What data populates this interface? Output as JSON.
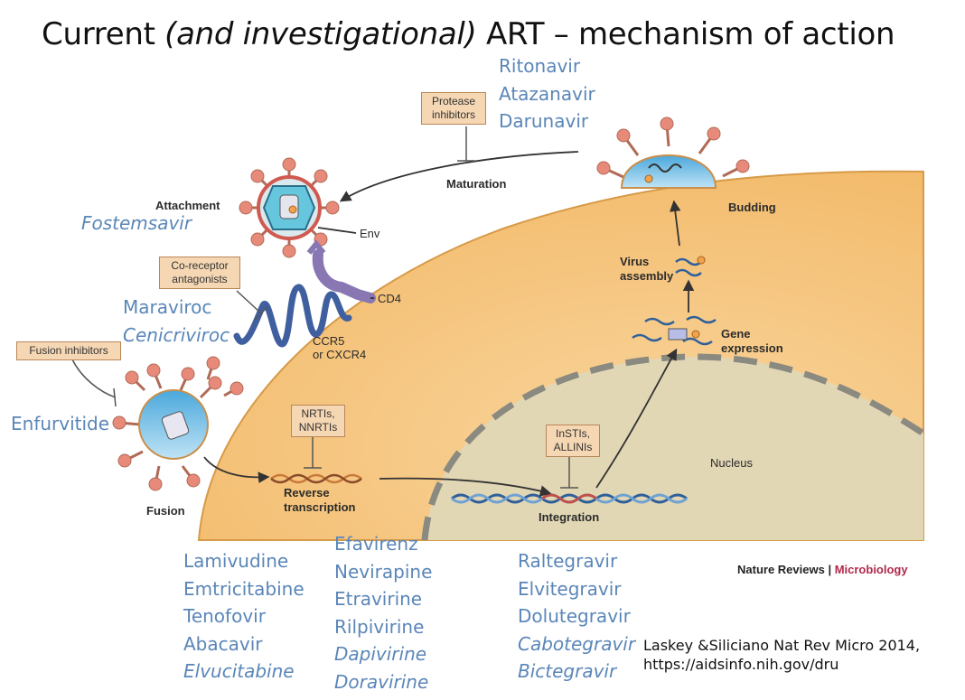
{
  "title": {
    "prefix": "Current ",
    "italic": "(and investigational)",
    "suffix": " ART – mechanism of action"
  },
  "stages": {
    "attachment": "Attachment",
    "maturation": "Maturation",
    "budding": "Budding",
    "virus_assembly": "Virus\nassembly",
    "gene_expression": "Gene\nexpression",
    "fusion": "Fusion",
    "reverse_transcription": "Reverse\ntranscription",
    "integration": "Integration",
    "nucleus": "Nucleus"
  },
  "molecules": {
    "env": "Env",
    "cd4": "CD4",
    "ccr5": "CCR5\nor CXCR4"
  },
  "inhibitor_boxes": {
    "protease": "Protease\ninhibitors",
    "coreceptor": "Co-receptor\nantagonists",
    "fusion": "Fusion inhibitors",
    "nrti": "NRTIs,\nNNRTIs",
    "instis": "InSTIs,\nALLINIs"
  },
  "drugs": {
    "protease": [
      "Ritonavir",
      "Atazanavir",
      "Darunavir"
    ],
    "attachment": "Fostemsavir",
    "coreceptor": [
      "Maraviroc",
      "Cenicriviroc"
    ],
    "fusion": "Enfurvitide",
    "nrti": [
      "Lamivudine",
      "Emtricitabine",
      "Tenofovir",
      "Abacavir",
      "Elvucitabine"
    ],
    "nnrti": [
      "Efavirenz",
      "Nevirapine",
      "Etravirine",
      "Rilpivirine",
      "Dapivirine",
      "Doravirine"
    ],
    "insti": [
      "Raltegravir",
      "Elvitegravir",
      "Dolutegravir",
      "Cabotegravir",
      "Bictegravir"
    ]
  },
  "journal": {
    "name": "Nature Reviews",
    "sep": " | ",
    "section": "Microbiology"
  },
  "citation": [
    "Laskey &Siliciano Nat Rev Micro 2014,",
    "https://aidsinfo.nih.gov/dru"
  ],
  "colors": {
    "cell": "#f7c98a",
    "nucleus": "#e2d7b5",
    "virus_blue": "#5fb8e3",
    "box_fill": "#f6d7b3",
    "drug_text": "#5a86b8",
    "spike": "#e88a7a"
  }
}
